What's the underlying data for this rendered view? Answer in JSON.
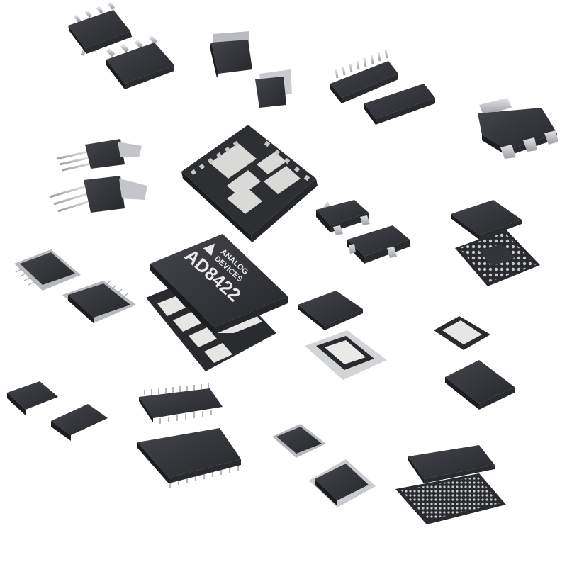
{
  "image": {
    "subject": "integrated circuit packages",
    "background": "#ffffff"
  },
  "colors": {
    "body_dark": "#2b2c30",
    "body_top": "#3a3b40",
    "body_side": "#1c1d20",
    "pin_silver": "#c9cbce",
    "pin_shadow": "#8e9094",
    "pad_light": "#e6e6e4",
    "ball_grey": "#bfc1c4"
  },
  "featured_chip": {
    "brand_line1": "ANALOG",
    "brand_line2": "DEVICES",
    "part_number": "AD8422",
    "logo": "analog-devices-triangle-logo"
  }
}
